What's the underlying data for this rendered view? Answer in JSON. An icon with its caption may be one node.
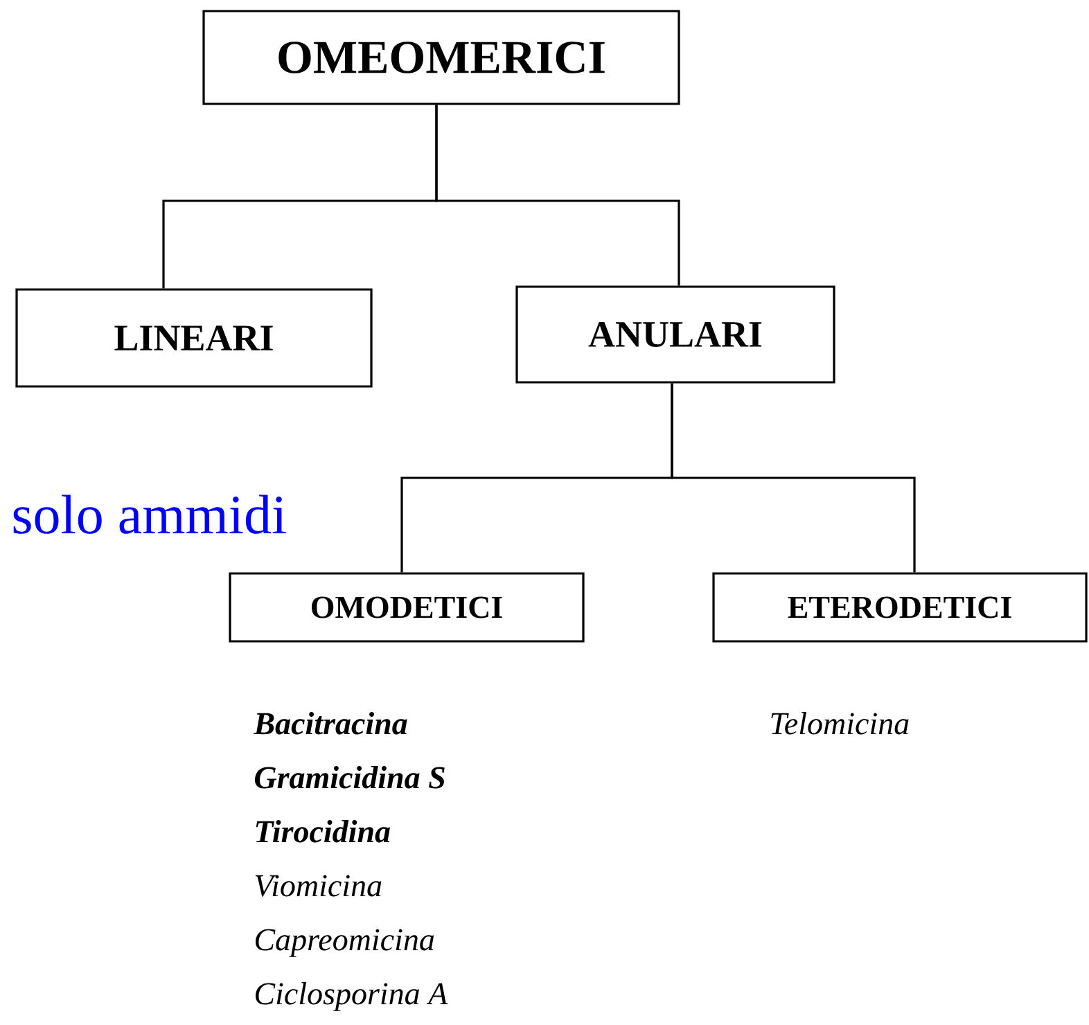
{
  "diagram": {
    "nodes": [
      {
        "text": [
          "OMEOMERICI"
        ]
      },
      {
        "text": [
          "LINEARI"
        ]
      },
      {
        "text": [
          "ANULARI"
        ]
      },
      {
        "text": [
          "OMODETICI"
        ],
        "beside": [
          "Bacitracina",
          "Gramicidina S",
          "Tirocidina",
          "Viomicina",
          "Capreomicina",
          "Ciclosporina A"
        ]
      },
      {
        "text": [
          "ETERODETICI"
        ],
        "beside": [
          "Telomicina"
        ]
      }
    ],
    "edges": [
      {
        "from": 0,
        "to": 1,
        "arrow": "none"
      },
      {
        "from": 0,
        "to": 2,
        "arrow": "none"
      },
      {
        "from": 2,
        "to": 3,
        "arrow": "none"
      },
      {
        "from": 2,
        "to": 4,
        "arrow": "none"
      }
    ],
    "labels": [
      "solo ammidi"
    ]
  }
}
